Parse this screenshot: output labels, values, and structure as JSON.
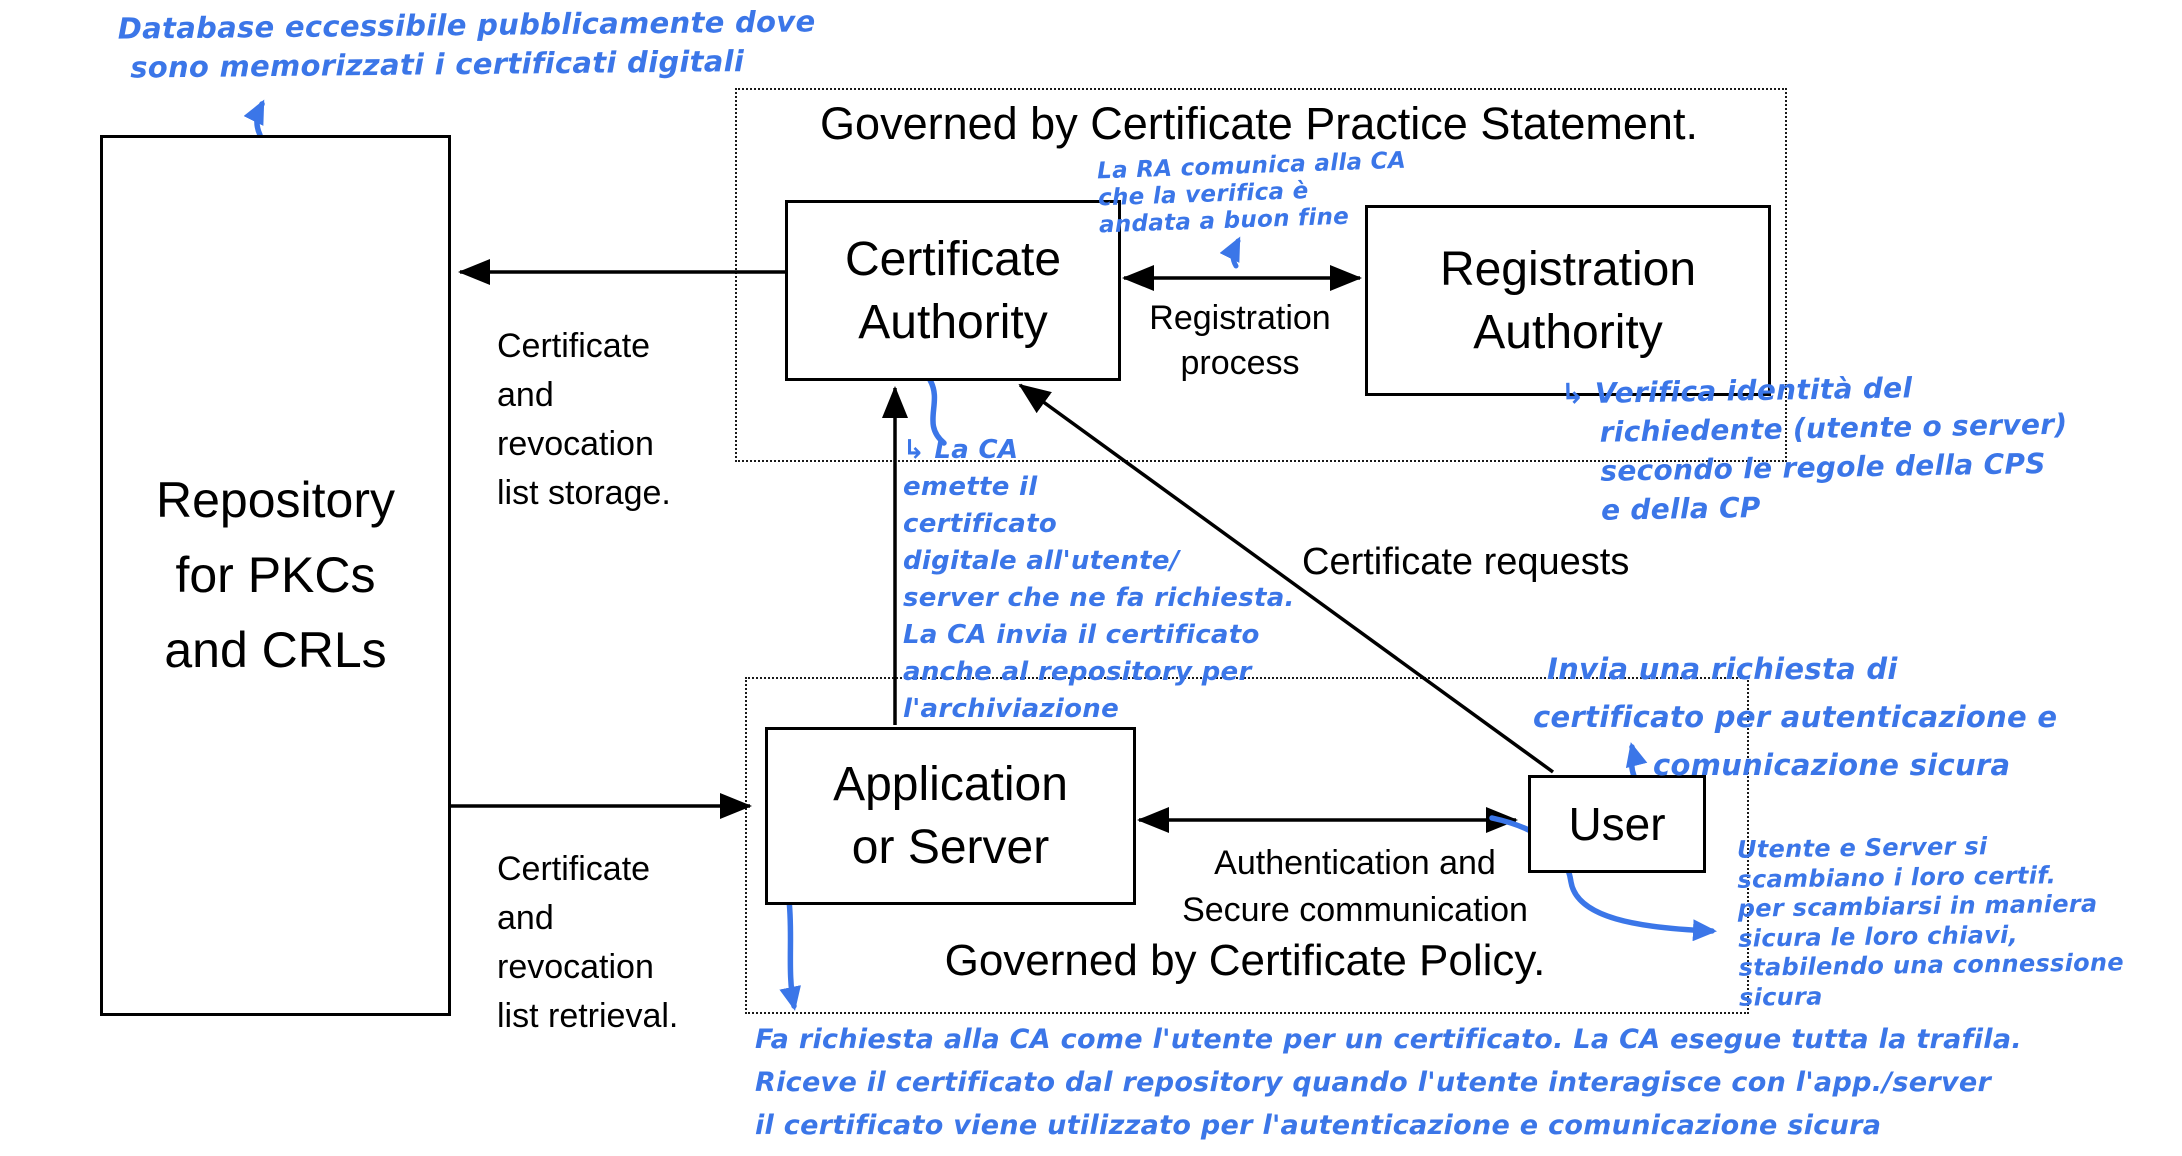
{
  "colors": {
    "ink_blue": "#3b76e8",
    "diagram_black": "#000000",
    "background": "#ffffff"
  },
  "boxes": {
    "repository": {
      "lines": [
        "Repository",
        "for PKCs",
        "and CRLs"
      ]
    },
    "certificate_authority": {
      "lines": [
        "Certificate",
        "Authority"
      ]
    },
    "registration_authority": {
      "lines": [
        "Registration",
        "Authority"
      ]
    },
    "application_or_server": {
      "lines": [
        "Application",
        "or Server"
      ]
    },
    "user": {
      "label": "User"
    }
  },
  "groups": {
    "cps": {
      "title": "Governed by Certificate Practice Statement."
    },
    "cp": {
      "title": "Governed by Certificate Policy."
    }
  },
  "edge_labels": {
    "storage": {
      "lines": [
        "Certificate",
        "and",
        "revocation",
        "list storage."
      ]
    },
    "retrieval": {
      "lines": [
        "Certificate",
        "and",
        "revocation",
        "list retrieval."
      ]
    },
    "registration_process": {
      "lines": [
        "Registration",
        "process"
      ]
    },
    "certificate_requests": {
      "label": "Certificate requests"
    },
    "auth_secure": {
      "lines": [
        "Authentication and",
        "Secure communication"
      ]
    }
  },
  "annotations": {
    "repository_note": {
      "lines": [
        "Database eccessibile pubblicamente dove",
        "sono memorizzati i certificati digitali"
      ]
    },
    "ra_to_ca_note": {
      "lines": [
        "La RA comunica alla CA",
        "che la verifica è",
        "andata a buon fine"
      ]
    },
    "ra_note": {
      "lines": [
        "↳ Verifica identità del",
        "richiedente (utente o server)",
        "secondo le regole della CPS",
        "e della CP"
      ]
    },
    "ca_note": {
      "lines": [
        "↳ La CA",
        "emette il",
        "certificato",
        "digitale all'utente/",
        "server che ne fa richiesta.",
        "La CA invia il certificato",
        "anche al repository per",
        "l'archiviazione"
      ]
    },
    "user_request_note": {
      "lines": [
        "Invia una richiesta di",
        "certificato per autenticazione e",
        "comunicazione sicura"
      ]
    },
    "exchange_note": {
      "lines": [
        "Utente e Server si",
        "scambiano i loro certif.",
        "per scambiarsi in maniera",
        "sicura le loro chiavi,",
        "stabilendo una connessione",
        "sicura"
      ]
    },
    "bottom_note": {
      "lines": [
        "Fa richiesta alla CA come l'utente per un certificato. La CA esegue tutta la trafila.",
        "Riceve il certificato dal repository quando l'utente interagisce con l'app./server",
        "il certificato viene utilizzato per l'autenticazione e comunicazione sicura"
      ]
    }
  }
}
